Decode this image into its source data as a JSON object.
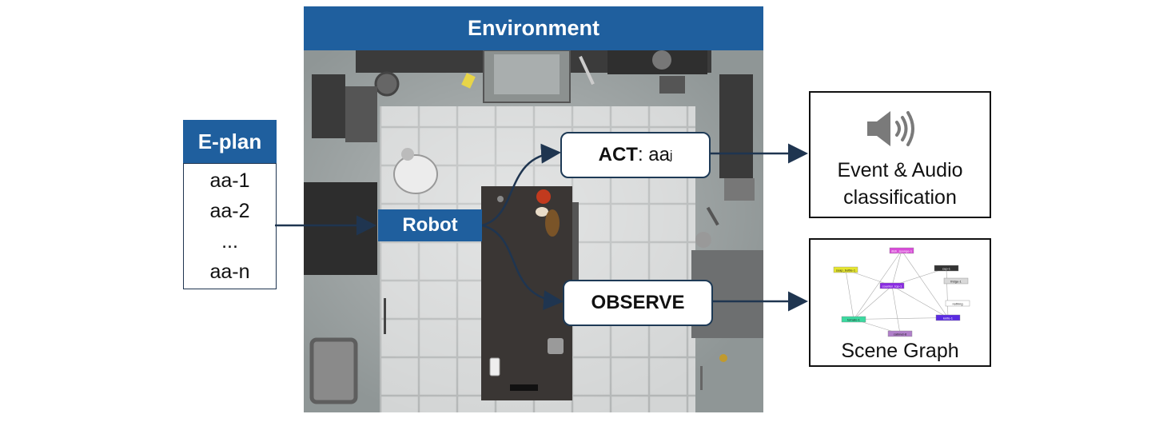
{
  "environment": {
    "title": "Environment"
  },
  "eplan": {
    "title": "E-plan",
    "items": [
      "aa-1",
      "aa-2",
      "...",
      "aa-n"
    ]
  },
  "robot": {
    "label": "Robot"
  },
  "act": {
    "bold": "ACT",
    "text": ": aa",
    "subscript": "j"
  },
  "observe": {
    "label": "OBSERVE"
  },
  "audio": {
    "icon": "speaker-icon",
    "line1": "Event & Audio",
    "line2": "classification"
  },
  "scene_graph": {
    "label": "Scene Graph",
    "nodes": [
      {
        "label": "dish_sponge-1",
        "color": "#d94bd9"
      },
      {
        "label": "soap_bottle-1",
        "color": "#e6e62e"
      },
      {
        "label": "counter_top-1",
        "color": "#8a2be2"
      },
      {
        "label": "cup-1",
        "color": "#333333"
      },
      {
        "label": "fridge-1",
        "color": "#d9d9d9"
      },
      {
        "label": "nothing",
        "color": "#ffffff"
      },
      {
        "label": "tomato-1",
        "color": "#3cd9a0"
      },
      {
        "label": "cabinet-8",
        "color": "#b07fc9"
      },
      {
        "label": "knife-1",
        "color": "#5a2be2"
      }
    ]
  },
  "colors": {
    "accent": "#1f5f9e",
    "box_border": "#1e3a56",
    "arrow": "#1f3550"
  }
}
